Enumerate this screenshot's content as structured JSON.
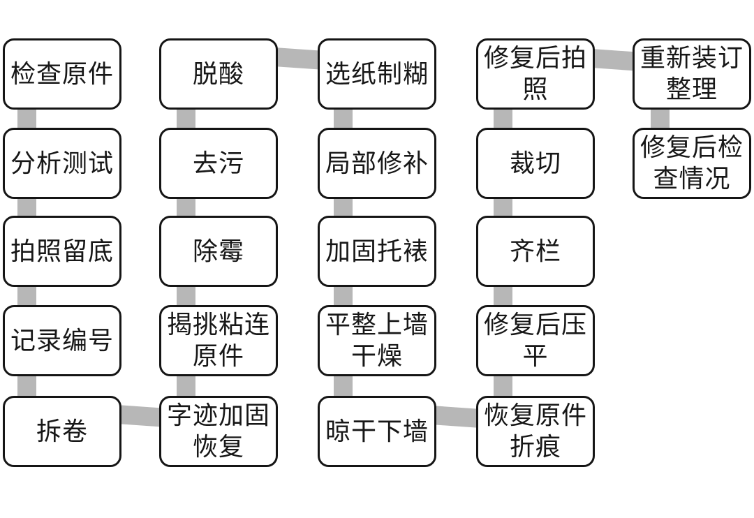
{
  "flowchart": {
    "description_type": "process-flow-diagram",
    "connector_color": "#b7b7b7",
    "node_border_color": "#151515",
    "node_background": "#ffffff",
    "text_color": "#171717",
    "nodes": [
      {
        "id": "n1",
        "label": "检查原件"
      },
      {
        "id": "n2",
        "label": "分析测试"
      },
      {
        "id": "n3",
        "label": "拍照留底"
      },
      {
        "id": "n4",
        "label": "记录编号"
      },
      {
        "id": "n5",
        "label": "拆卷"
      },
      {
        "id": "n6",
        "label": "脱酸"
      },
      {
        "id": "n7",
        "label": "去污"
      },
      {
        "id": "n8",
        "label": "除霉"
      },
      {
        "id": "n9",
        "label": "揭挑粘连\n原件"
      },
      {
        "id": "n10",
        "label": "字迹加固\n恢复"
      },
      {
        "id": "n11",
        "label": "选纸制糊"
      },
      {
        "id": "n12",
        "label": "局部修补"
      },
      {
        "id": "n13",
        "label": "加固托裱"
      },
      {
        "id": "n14",
        "label": "平整上墙\n干燥"
      },
      {
        "id": "n15",
        "label": "晾干下墙"
      },
      {
        "id": "n16",
        "label": "修复后拍\n照"
      },
      {
        "id": "n17",
        "label": "裁切"
      },
      {
        "id": "n18",
        "label": "齐栏"
      },
      {
        "id": "n19",
        "label": "修复后压\n平"
      },
      {
        "id": "n20",
        "label": "恢复原件\n折痕"
      },
      {
        "id": "n21",
        "label": "重新装订\n整理"
      },
      {
        "id": "n22",
        "label": "修复后检\n查情况"
      }
    ],
    "flow_order": [
      "检查原件",
      "分析测试",
      "拍照留底",
      "记录编号",
      "拆卷",
      "字迹加固恢复",
      "揭挑粘连原件",
      "除霉",
      "去污",
      "脱酸",
      "选纸制糊",
      "局部修补",
      "加固托裱",
      "平整上墙干燥",
      "晾干下墙",
      "恢复原件折痕",
      "修复后压平",
      "齐栏",
      "裁切",
      "修复后拍照",
      "重新装订整理",
      "修复后检查情况"
    ]
  }
}
